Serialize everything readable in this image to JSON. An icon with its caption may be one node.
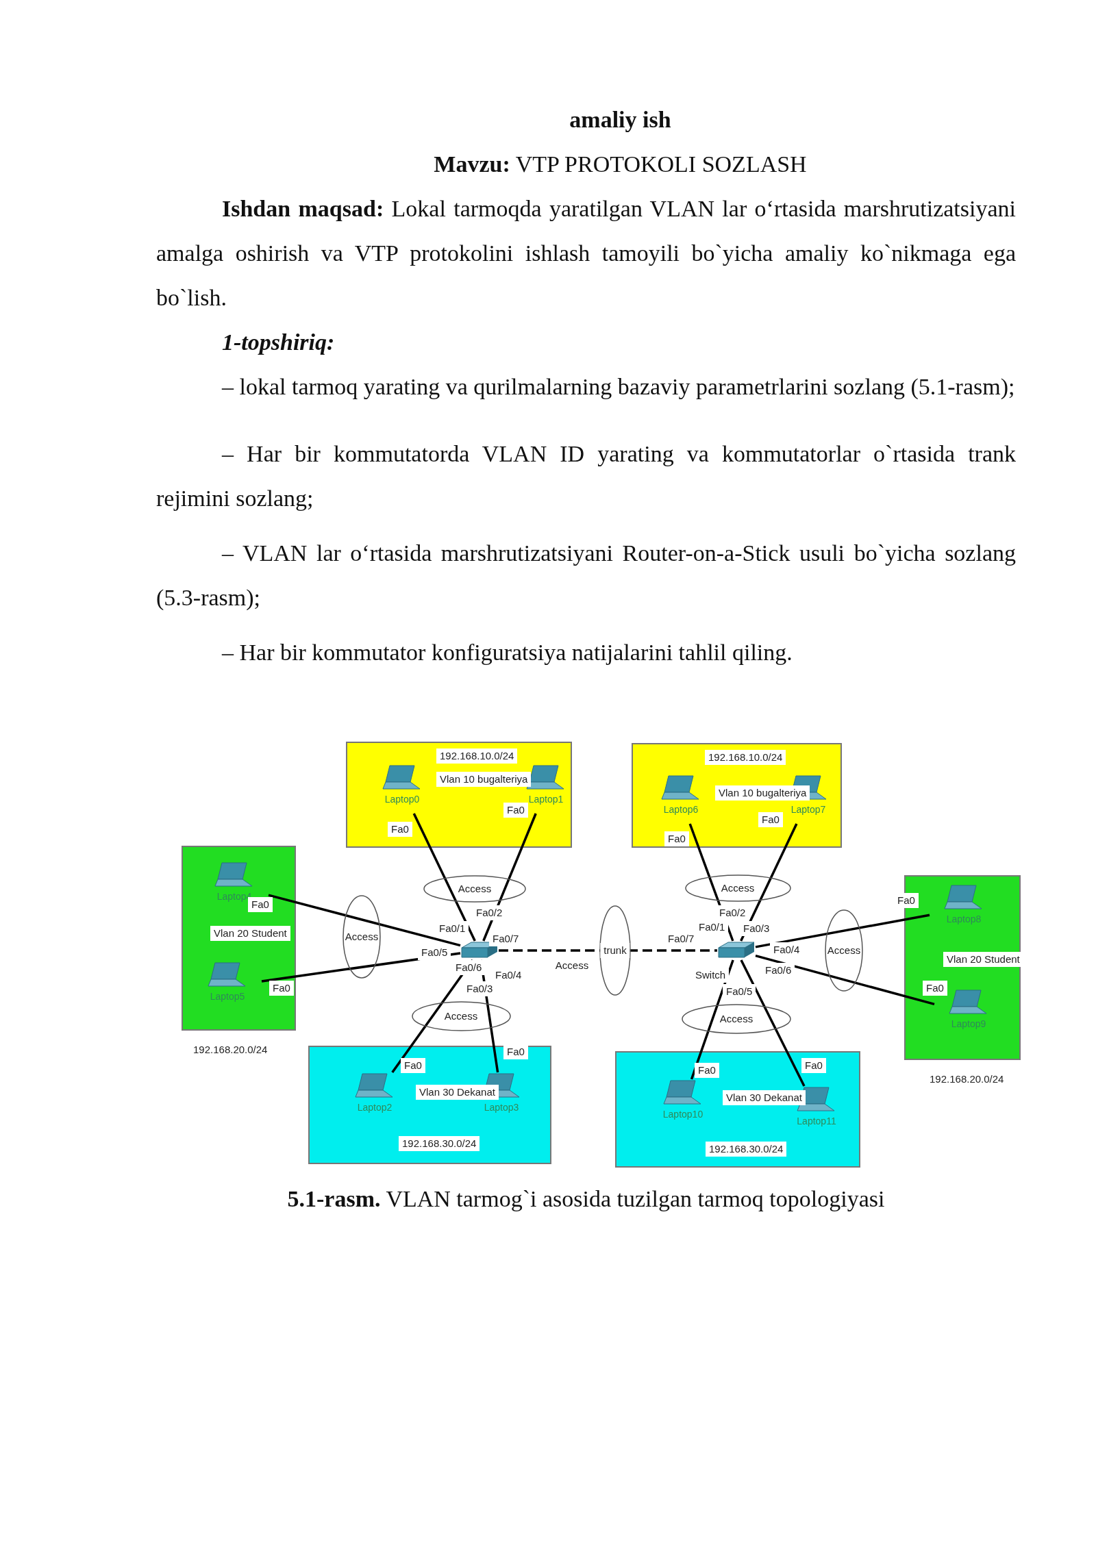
{
  "diagram": {
    "title": "amaliy ish",
    "caption": "**5.1-rasm.** VLAN tarmog`i asosida tuzilgan tarmoq topologiyasi",
    "nodes": [
      {
        "text": [
          "192.168.10.0/24",
          "Vlan 10 bugalteriya"
        ]
      },
      {
        "text": [
          "Laptop0"
        ],
        "in": 0,
        "beside": [
          "Fa0"
        ]
      },
      {
        "text": [
          "Laptop1"
        ],
        "in": 0,
        "beside": [
          "Fa0"
        ]
      },
      {
        "text": [
          "192.168.10.0/24",
          "Vlan 10 bugalteriya"
        ]
      },
      {
        "text": [
          "Laptop6"
        ],
        "in": 3,
        "beside": [
          "Fa0"
        ]
      },
      {
        "text": [
          "Laptop7"
        ],
        "in": 3,
        "beside": [
          "Fa0"
        ]
      },
      {
        "text": [
          "Vlan 20 Student",
          "192.168.20.0/24"
        ]
      },
      {
        "text": [
          "Laptop4"
        ],
        "in": 6,
        "beside": [
          "Fa0"
        ]
      },
      {
        "text": [
          "Laptop5"
        ],
        "in": 6,
        "beside": [
          "Fa0"
        ]
      },
      {
        "text": [],
        "shape": "picture",
        "beside": [
          "Fa0/1",
          "Fa0/2",
          "Fa0/7",
          "Fa0/5",
          "Fa0/6",
          "Fa0/4",
          "Fa0/3"
        ]
      },
      {
        "text": [],
        "shape": "picture",
        "beside": [
          "Fa0/1",
          "Fa0/2",
          "Fa0/3",
          "Fa0/7",
          "Fa0/4",
          "Switch",
          "Fa0/6",
          "Fa0/5"
        ]
      },
      {
        "text": [
          "Vlan 20 Student",
          "192.168.20.0/24"
        ]
      },
      {
        "text": [
          "Laptop8"
        ],
        "in": 11,
        "beside": [
          "Fa0"
        ]
      },
      {
        "text": [
          "Laptop9"
        ],
        "in": 11,
        "beside": [
          "Fa0"
        ]
      },
      {
        "text": [
          "Vlan 30 Dekanat",
          "192.168.30.0/24"
        ]
      },
      {
        "text": [
          "Laptop2"
        ],
        "in": 14,
        "beside": [
          "Fa0"
        ]
      },
      {
        "text": [
          "Laptop3"
        ],
        "in": 14,
        "beside": [
          "Fa0"
        ]
      },
      {
        "text": [
          "Vlan 30 Dekanat",
          "192.168.30.0/24"
        ]
      },
      {
        "text": [
          "Laptop10"
        ],
        "in": 17,
        "beside": [
          "Fa0"
        ]
      },
      {
        "text": [
          "Laptop11"
        ],
        "in": 17,
        "beside": [
          "Fa0"
        ]
      }
    ],
    "edges": [
      {
        "from": 1,
        "to": 9,
        "arrow": "none"
      },
      {
        "from": 2,
        "to": 9,
        "arrow": "none"
      },
      {
        "from": 7,
        "to": 9,
        "arrow": "none"
      },
      {
        "from": 8,
        "to": 9,
        "arrow": "none"
      },
      {
        "from": 15,
        "to": 9,
        "arrow": "none"
      },
      {
        "from": 16,
        "to": 9,
        "arrow": "none"
      },
      {
        "from": 9,
        "to": 10,
        "arrow": "none",
        "style": "dashed"
      },
      {
        "from": 4,
        "to": 10,
        "arrow": "none"
      },
      {
        "from": 5,
        "to": 10,
        "arrow": "none"
      },
      {
        "from": 12,
        "to": 10,
        "arrow": "none"
      },
      {
        "from": 13,
        "to": 10,
        "arrow": "none"
      },
      {
        "from": 18,
        "to": 10,
        "arrow": "none"
      },
      {
        "from": 19,
        "to": 10,
        "arrow": "none"
      }
    ],
    "labels": [
      "**Mavzu:** VTP PROTOKOLI SOZLASH",
      "**Ishdan maqsad:** Lokal tarmoqda yaratilgan VLAN lar o‘rtasida marshrutizatsiyani amalga oshirish va VTP protokolini ishlash tamoyili bo`yicha amaliy ko`nikmaga ega bo`lish.",
      "1-topshiriq:",
      "– lokal tarmoq yarating va qurilmalarning bazaviy parametrlarini sozlang (5.1-rasm);",
      "– Har bir kommutatorda VLAN ID yarating va kommutatorlar o`rtasida trank rejimini sozlang;",
      "– VLAN lar o‘rtasida marshrutizatsiyani Router-on-a-Stick usuli bo`yicha sozlang (5.3-rasm);",
      "– Har bir kommutator konfiguratsiya natijalarini tahlil qiling.",
      "Access",
      "Access",
      "Access",
      "trunk",
      "Access",
      "Access",
      "Access",
      "Access"
    ]
  }
}
